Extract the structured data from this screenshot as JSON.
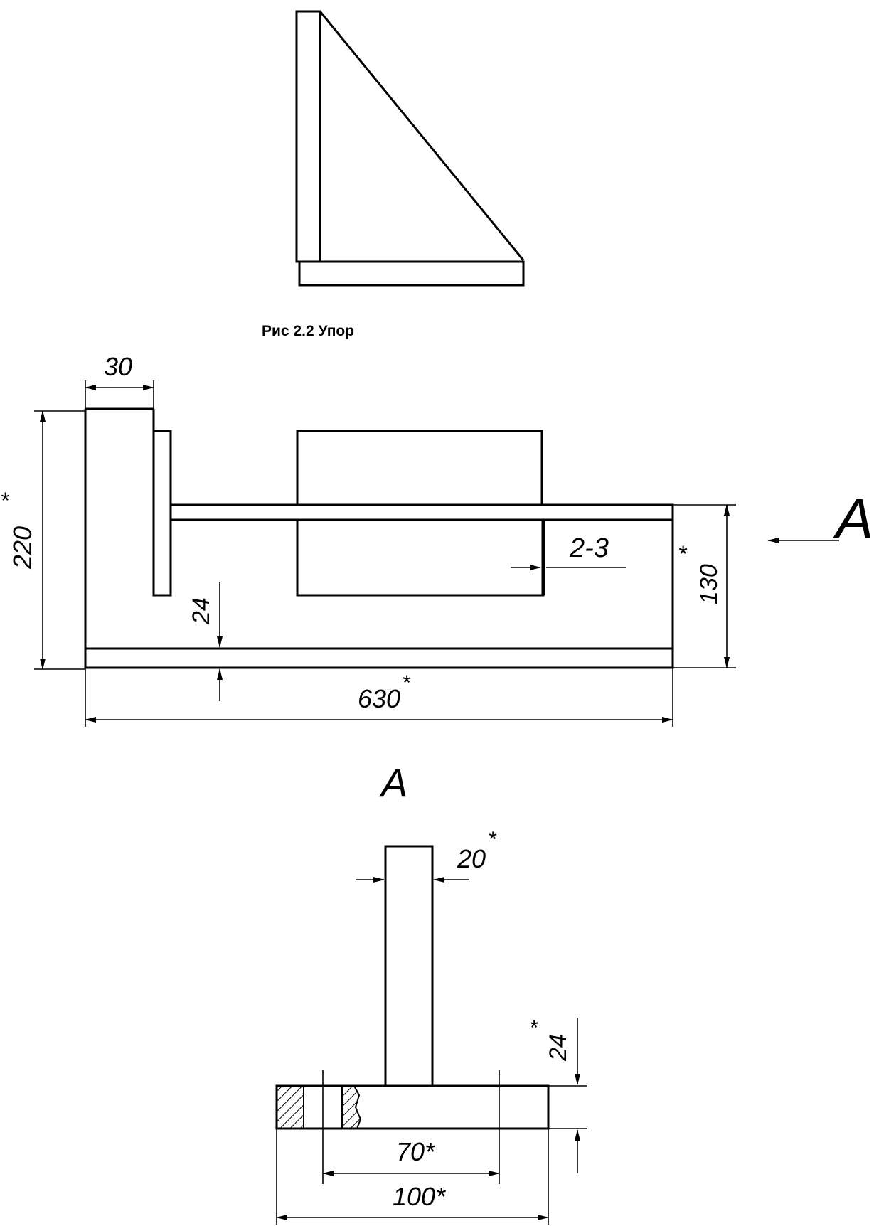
{
  "caption": "Рис 2.2 Упор",
  "section_label": "A",
  "view_label": "A",
  "dimensions": {
    "side_width": "30",
    "height_total": "220",
    "star_mark": "*",
    "gap": "2-3",
    "height_right": "130",
    "thickness_base": "24",
    "length_total": "630",
    "rib_width": "20",
    "base_thickness_a": "24",
    "inner_width": "70*",
    "outer_width": "100*"
  }
}
